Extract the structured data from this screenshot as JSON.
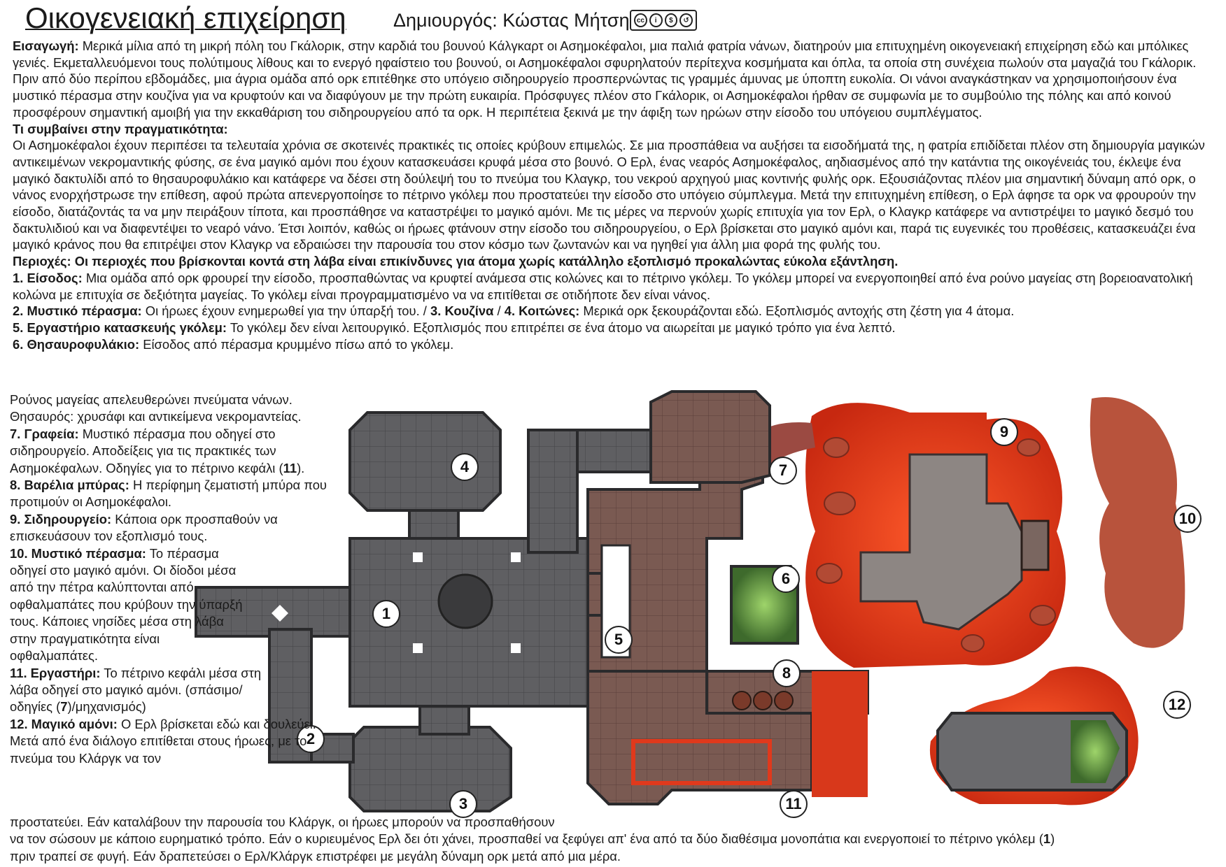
{
  "header": {
    "title": "Οικογενειακή επιχείρηση",
    "author": "Δημιουργός: Κώστας Μήτσης",
    "license_badge": "cc-by-nc-sa-icon"
  },
  "intro": {
    "label": "Εισαγωγή:",
    "text": " Μερικά μίλια από τη μικρή πόλη του Γκάλορικ, στην καρδιά του βουνού Κάλγκαρτ οι Ασημοκέφαλοι, μια παλιά φατρία νάνων, διατηρούν μια επιτυχημένη οικογενειακή επιχείρηση εδώ και μπόλικες γενιές. Εκμεταλλευόμενοι τους πολύτιμους λίθους και το ενεργό ηφαίστειο του βουνού, οι Ασημοκέφαλοι σφυρηλατούν περίτεχνα κοσμήματα και όπλα, τα οποία στη συνέχεια πωλούν στα μαγαζιά του Γκάλορικ. Πριν από δύο περίπου εβδομάδες, μια άγρια ομάδα από ορκ επιτέθηκε στο υπόγειο σιδηρουργείο προσπερνώντας τις γραμμές άμυνας με ύποπτη ευκολία. Οι νάνοι αναγκάστηκαν να χρησιμοποιήσουν ένα μυστικό πέρασμα στην κουζίνα για να κρυφτούν και να διαφύγουν με την πρώτη ευκαιρία. Πρόσφυγες πλέον στο Γκάλορικ, οι Ασημοκέφαλοι ήρθαν σε συμφωνία με το συμβούλιο της πόλης και από κοινού προσφέρουν σημαντική αμοιβή για την εκκαθάριση του σιδηρουργείου από τα ορκ. Η περιπέτεια ξεκινά με την άφιξη των ηρώων στην είσοδο του υπόγειου συμπλέγματος."
  },
  "reality": {
    "label": "Τι συμβαίνει στην πραγματικότητα:",
    "text": "Οι Ασημοκέφαλοι έχουν περιπέσει τα τελευταία χρόνια σε σκοτεινές πρακτικές τις οποίες κρύβουν επιμελώς. Σε μια προσπάθεια να αυξήσει τα εισοδήματά της, η φατρία επιδίδεται πλέον στη δημιουργία μαγικών αντικειμένων νεκρομαντικής φύσης, σε ένα μαγικό αμόνι που έχουν κατασκευάσει κρυφά μέσα στο βουνό. Ο Ερλ, ένας νεαρός Ασημοκέφαλος, αηδιασμένος από την κατάντια της οικογένειάς του, έκλεψε ένα μαγικό δακτυλίδι από το θησαυροφυλάκιο και κατάφερε να δέσει στη δούλεψή του το πνεύμα του Κλαγκρ, του νεκρού αρχηγού μιας κοντινής φυλής ορκ. Εξουσιάζοντας πλέον μια σημαντική δύναμη από ορκ, ο νάνος ενορχήστρωσε την επίθεση, αφού πρώτα απενεργοποίησε το πέτρινο γκόλεμ που προστατεύει την είσοδο στο υπόγειο σύμπλεγμα. Μετά την επιτυχημένη επίθεση, ο Ερλ άφησε τα ορκ να φρουρούν την είσοδο, διατάζοντάς τα να μην πειράξουν τίποτα, και προσπάθησε να καταστρέψει το μαγικό αμόνι. Με τις μέρες να περνούν χωρίς επιτυχία για τον Ερλ, ο Κλαγκρ κατάφερε να αντιστρέψει το μαγικό δεσμό του δακτυλιδιού και να διαφεντέψει το νεαρό νάνο. Έτσι λοιπόν, καθώς οι ήρωες φτάνουν στην είσοδο του σιδηρουργείου, ο Ερλ βρίσκεται στο μαγικό αμόνι και, παρά τις ευγενικές του προθέσεις, κατασκευάζει ένα μαγικό κράνος που θα επιτρέψει στον Κλαγκρ να εδραιώσει την παρουσία του στον κόσμο των ζωντανών και να ηγηθεί για άλλη μια φορά της φυλής του."
  },
  "areas_heading": "Περιοχές: Οι περιοχές που βρίσκονται κοντά στη λάβα είναι επικίνδυνες για άτομα χωρίς κατάλληλο εξοπλισμό προκαλώντας εύκολα εξάντληση.",
  "areas": [
    {
      "label": "1. Είσοδος:",
      "text": " Μια ομάδα από ορκ φρουρεί την είσοδο, προσπαθώντας να κρυφτεί ανάμεσα στις κολώνες και το πέτρινο γκόλεμ. Το γκόλεμ μπορεί να ενεργοποιηθεί από ένα ρούνο μαγείας στη βορειοανατολική κολώνα με επιτυχία σε δεξιότητα μαγείας. Το γκόλεμ είναι προγραμματισμένο να να επιτίθεται σε οτιδήποτε δεν είναι νάνος."
    },
    {
      "label": "2. Μυστικό πέρασμα:",
      "text": " Οι ήρωες έχουν ενημερωθεί για την ύπαρξή του. / ",
      "label2": "3. Κουζίνα",
      "mid": " / ",
      "label3": "4. Κοιτώνες:",
      "text2": " Μερικά ορκ ξεκουράζονται εδώ. Εξοπλισμός αντοχής στη ζέστη για 4 άτομα."
    },
    {
      "label": "5. Εργαστήριο κατασκευής γκόλεμ:",
      "text": " Το γκόλεμ δεν είναι λειτουργικό. Εξοπλισμός που επιτρέπει σε ένα άτομο να αιωρείται με μαγικό τρόπο για ένα λεπτό."
    },
    {
      "label": "6. Θησαυροφυλάκιο:",
      "text": " Είσοδος από πέρασμα κρυμμένο πίσω από το γκόλεμ."
    }
  ],
  "left_column": {
    "l1": "Ρούνος μαγείας απελευθερώνει πνεύματα νάνων.",
    "l2": "Θησαυρός: χρυσάφι και αντικείμενα νεκρομαντείας.",
    "a7_label": "7. Γραφεία:",
    "a7_text": " Μυστικό πέρασμα που οδηγεί στο σιδηρουργείο. Αποδείξεις για τις πρακτικές των Ασημοκέφαλων. Οδηγίες για το πέτρινο κεφάλι (",
    "a7_ref": "11",
    "a7_end": ").",
    "a8_label": "8. Βαρέλια μπύρας:",
    "a8_text": " Η περίφημη ζεματιστή μπύρα που προτιμούν οι Ασημοκέφαλοι.",
    "a9_label": "9. Σιδηρουργείο:",
    "a9_text": " Κάποια ορκ προσπαθούν να επισκευάσουν τον εξοπλισμό τους.",
    "a10_label": "10. Μυστικό πέρασμα:",
    "a10_text": " Το πέρασμα οδηγεί στο μαγικό αμόνι. Οι δίοδοι μέσα από την πέτρα καλύπτονται από οφθαλμαπάτες που κρύβουν την ύπαρξή τους. Κάποιες νησίδες μέσα στη λάβα στην πραγματικότητα  είναι οφθαλμαπάτες.",
    "a11_label": "11. Εργαστήρι:",
    "a11_text": " Το πέτρινο κεφάλι μέσα στη λάβα οδηγεί στο μαγικό αμόνι. (σπάσιμο/οδηγίες (",
    "a11_ref": "7",
    "a11_end": ")/μηχανισμός)",
    "a12_label": "12. Μαγικό αμόνι:",
    "a12_text": " Ο Ερλ βρίσκεται εδώ και δουλεύει. Μετά από ένα διάλογο επιτίθεται στους ήρωες, με το πνεύμα του Κλάργκ να τον"
  },
  "bottom": {
    "line1": "προστατεύει. Εάν καταλάβουν την παρουσία του Κλάργκ, οι ήρωες  μπορούν να προσπαθήσουν",
    "line2a": "να τον σώσουν με κάποιο ευρηματικό τρόπο. Εάν ο κυριευμένος Ερλ δει ότι χάνει, προσπαθεί να ξεφύγει απ' ένα από τα δύο διαθέσιμα μονοπάτια και ενεργοποιεί το πέτρινο γκόλεμ (",
    "line2ref": "1",
    "line2b": ")",
    "line3": "πριν τραπεί σε φυγή. Εάν δραπετεύσει ο Ερλ/Κλάργκ επιστρέφει με μεγάλη δύναμη ορκ μετά από μια μέρα."
  },
  "map_markers": [
    "1",
    "2",
    "3",
    "4",
    "5",
    "6",
    "7",
    "8",
    "9",
    "10",
    "11",
    "12"
  ],
  "colors": {
    "lava": "#e0391c",
    "stone": "#4a4a4a",
    "floor": "#6a6a6a",
    "vault_glow": "#6fa85a"
  }
}
